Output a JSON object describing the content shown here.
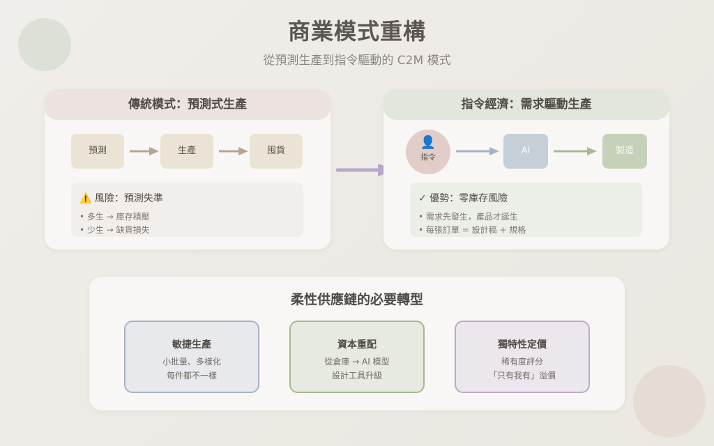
{
  "header": {
    "title": "商業模式重構",
    "subtitle": "從預測生產到指令驅動的 C2M 模式"
  },
  "traditional": {
    "title": "傳統模式：預測式生產",
    "flow": [
      "預測",
      "生產",
      "囤貨"
    ],
    "risk_icon": "warning-icon",
    "risk_title": "⚠️ 風險：預測失準",
    "risks": [
      "• 多生 → 庫存積壓",
      "• 少生 → 缺貨損失"
    ]
  },
  "command": {
    "title": "指令經濟：需求驅動生產",
    "person_icon": "👤",
    "person_label": "指令",
    "ai_label": "AI",
    "make_label": "製造",
    "adv_title": "✓ 優勢：零庫存風險",
    "advantages": [
      "• 需求先發生，產品才誕生",
      "• 每張訂單 = 設計稿 + 規格"
    ]
  },
  "supply_chain": {
    "title": "柔性供應鏈的必要轉型",
    "cards": [
      {
        "title": "敏捷生產",
        "lines": [
          "小批量、多樣化",
          "每件都不一樣"
        ]
      },
      {
        "title": "資本重配",
        "lines": [
          "從倉庫 → AI 模型",
          "設計工具升級"
        ]
      },
      {
        "title": "獨特性定價",
        "lines": [
          "稀有度評分",
          "「只有我有」溢價"
        ]
      }
    ]
  },
  "colors": {
    "arrow_left": "#b3a596",
    "arrow_blue": "#a3b3c8",
    "arrow_green": "#a8ba96",
    "arrow_center": "#b9a8c9"
  }
}
